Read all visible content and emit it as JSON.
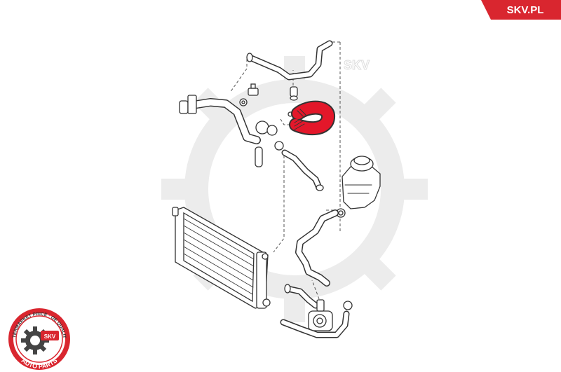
{
  "brand": {
    "corner_label": "SKV.PL",
    "accent_color": "#d9262f"
  },
  "watermark": {
    "text": "SKV"
  },
  "badge": {
    "ring_text": "AFTERMARKET PRICE · OE QUALITY ·",
    "bottom_text": "AUTO PARTS",
    "center_text": "SKV",
    "icon": "gear-icon"
  },
  "highlight": {
    "color": "#e3172a"
  }
}
